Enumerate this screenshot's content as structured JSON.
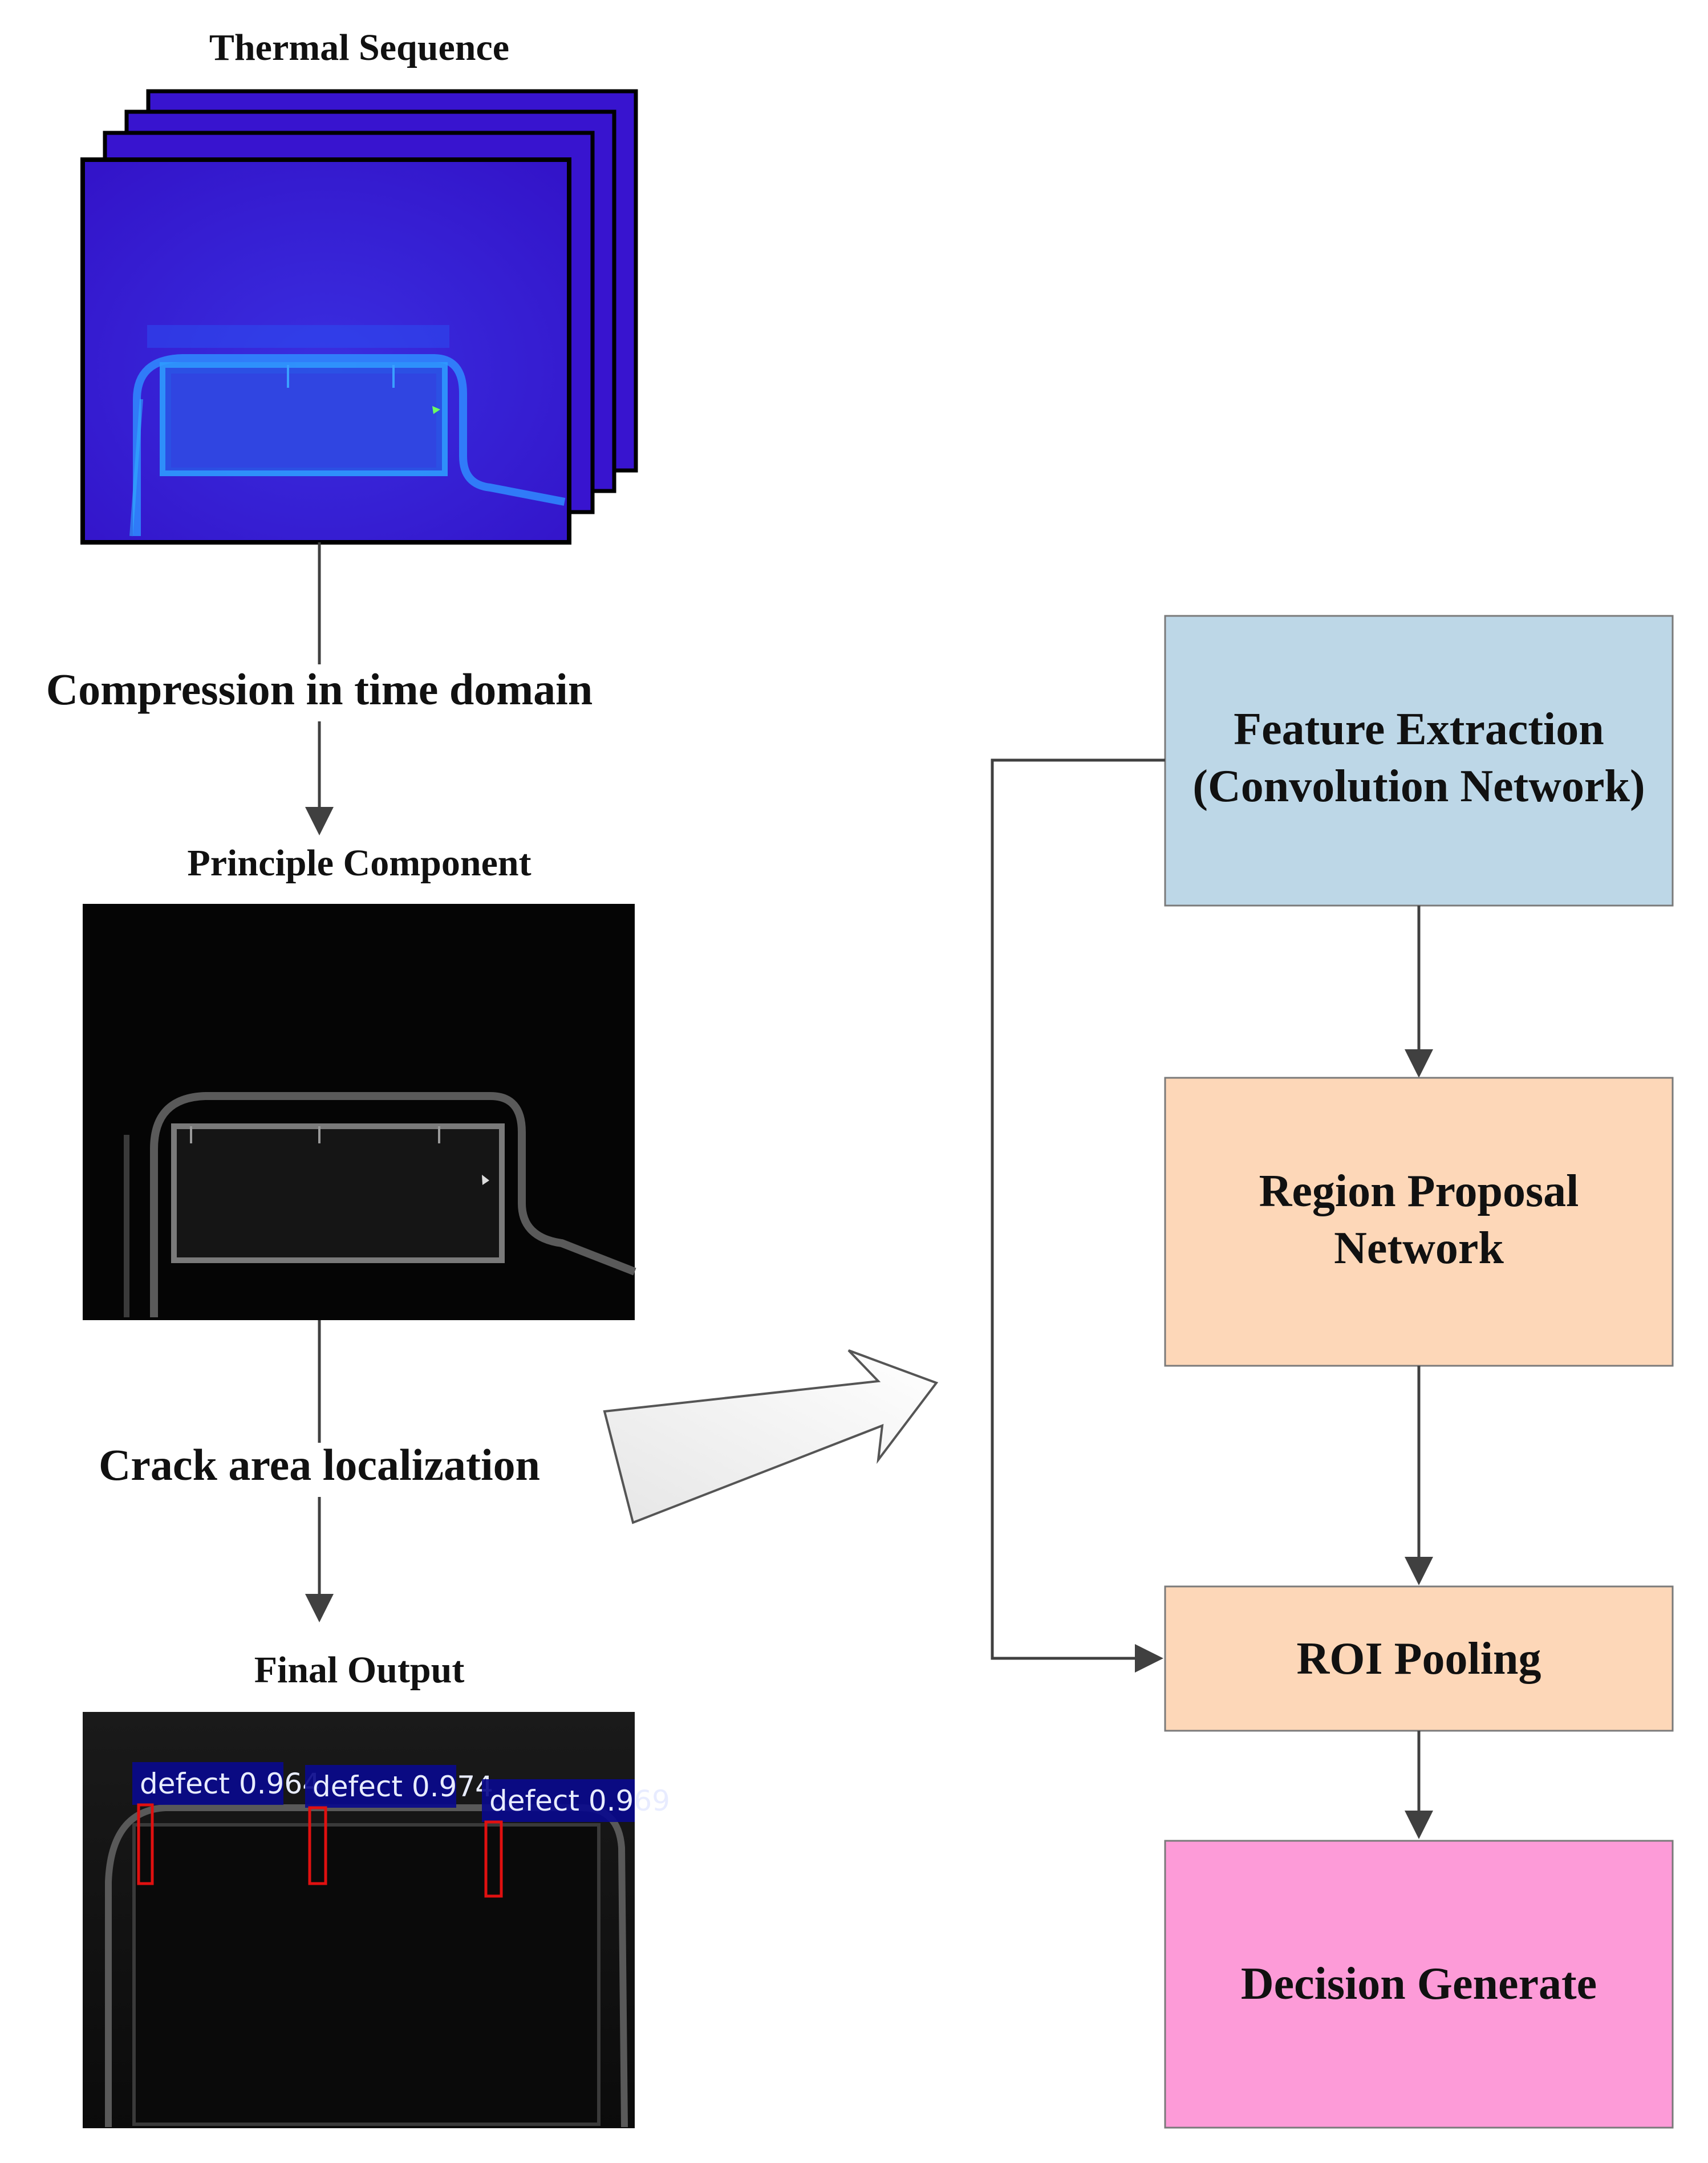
{
  "left_column": {
    "thermal_title": "Thermal Sequence",
    "step1_label": "Compression in time domain",
    "principle_title": "Principle Component",
    "step2_label": "Crack area localization",
    "final_title": "Final Output"
  },
  "detections": [
    {
      "label": "defect 0.964"
    },
    {
      "label": "defect 0.974"
    },
    {
      "label": "defect 0.969"
    }
  ],
  "pipeline": {
    "feature_line1": "Feature Extraction",
    "feature_line2": "(Convolution Network)",
    "rpn_line1": "Region Proposal",
    "rpn_line2": "Network",
    "roi": "ROI Pooling",
    "decision": "Decision Generate"
  },
  "colors": {
    "feature_box": "#bdd7e7",
    "rpn_box": "#fdd7b8",
    "roi_box": "#fdd7b8",
    "decision_box": "#fd9bd8",
    "thermal_frame": "#3a18d6",
    "detection_banner": "#0a0a8c",
    "detection_box": "#e01010"
  }
}
